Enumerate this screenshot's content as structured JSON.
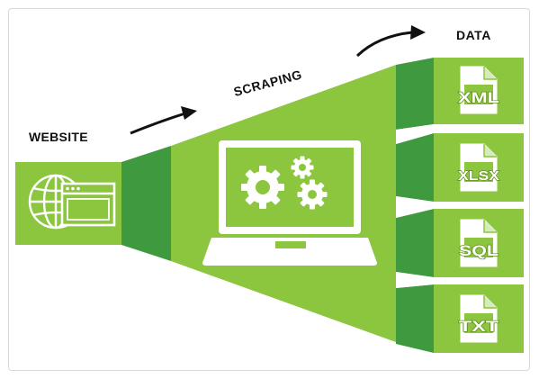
{
  "labels": {
    "website": "WEBSITE",
    "scraping": "SCRAPING",
    "data": "DATA"
  },
  "icons": {
    "source": "globe-browser-icon",
    "process": "laptop-gears-icon",
    "outputs": [
      "file-document-icon",
      "file-document-icon",
      "file-document-icon",
      "file-document-icon"
    ],
    "arrows": [
      "curved-arrow-icon",
      "curved-arrow-icon"
    ]
  },
  "outputs": [
    {
      "format": "XML"
    },
    {
      "format": "XLSX"
    },
    {
      "format": "SQL"
    },
    {
      "format": "TXT"
    }
  ],
  "colors": {
    "light_green": "#8cc63f",
    "mid_green": "#76b02f",
    "dark_green": "#3f9a3f",
    "text": "#111111",
    "icon": "#ffffff"
  }
}
